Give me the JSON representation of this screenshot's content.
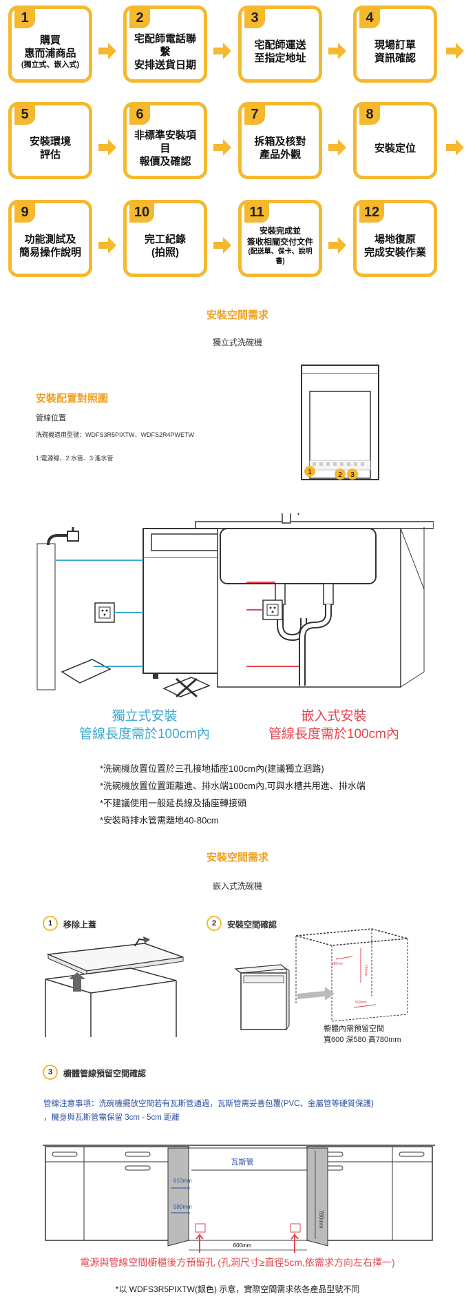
{
  "steps": [
    {
      "num": "1",
      "line1": "購買",
      "line2": "惠而浦商品",
      "sub": "(獨立式、嵌入式)"
    },
    {
      "num": "2",
      "line1": "宅配師電話聯繫",
      "line2": "安排送貨日期",
      "sub": ""
    },
    {
      "num": "3",
      "line1": "宅配師運送",
      "line2": "至指定地址",
      "sub": ""
    },
    {
      "num": "4",
      "line1": "現場訂單",
      "line2": "資訊確認",
      "sub": ""
    },
    {
      "num": "5",
      "line1": "安裝環境",
      "line2": "評估",
      "sub": ""
    },
    {
      "num": "6",
      "line1": "非標準安裝項目",
      "line2": "報價及確認",
      "sub": ""
    },
    {
      "num": "7",
      "line1": "拆箱及核對",
      "line2": "產品外觀",
      "sub": ""
    },
    {
      "num": "8",
      "line1": "安裝定位",
      "line2": "",
      "sub": ""
    },
    {
      "num": "9",
      "line1": "功能測試及",
      "line2": "簡易操作說明",
      "sub": ""
    },
    {
      "num": "10",
      "line1": "完工紀錄",
      "line2": "(拍照)",
      "sub": ""
    },
    {
      "num": "11",
      "line1": "安裝完成並",
      "line2": "簽收相關交付文件",
      "sub": "(配送單、保卡、說明書)"
    },
    {
      "num": "12",
      "line1": "場地復原",
      "line2": "完成安裝作業",
      "sub": ""
    }
  ],
  "section1": {
    "title": "安裝空間需求",
    "subtitle": "獨立式洗碗機",
    "layout_title": "安裝配置對照圖",
    "pipe_label": "管線位置",
    "models": "洗碗機適用型號：WDFS3R5PIXTW、WDFS2R4PWETW",
    "legend": "1:電源線、2:水管、3:進水管",
    "marker_labels": [
      "1",
      "2",
      "3"
    ],
    "freestanding_title": "獨立式安裝",
    "freestanding_length": "管線長度需於100cm內",
    "builtin_title": "嵌入式安裝",
    "builtin_length": "管線長度需於100cm內",
    "notes": [
      "*洗碗機放置位置於三孔接地插座100cm內(建議獨立迴路)",
      "*洗碗機放置位置距離進、排水端100cm內,可與水槽共用進、排水端",
      "*不建議使用一般延長線及插座轉接頭",
      "*安裝時排水管需離地40-80cm"
    ]
  },
  "section2": {
    "title": "安裝空間需求",
    "subtitle": "嵌入式洗碗機",
    "step1_num": "1",
    "step1": "移除上蓋",
    "step2_num": "2",
    "step2": "安裝空間確認",
    "cabinet_line1": "櫥體內需預留空間",
    "cabinet_line2": "寬600 深580 高780mm",
    "space_small_labels": [
      "580mm",
      "780mm",
      "600mm"
    ],
    "step3_num": "3",
    "step3": "櫥體管線預留空間確認",
    "pipe_note_line1": "管線注意事項：洗碗機擺放空間若有瓦斯管通過，瓦斯管需妥善包覆(PVC、金屬管等硬質保護)",
    "pipe_note_line2": "，機身與瓦斯管需保留 3cm - 5cm 距離",
    "gas_pipe": "瓦斯管",
    "dim_610": "610mm",
    "dim_580": "580mm",
    "dim_780": "780mm",
    "dim_600": "600mm",
    "hole_note": "電源與管線空間櫥櫃後方預留孔 (孔洞尺寸≥直徑5cm,依需求方向左右擇一)",
    "footer": "*以 WDFS3R5PIXTW(銀色) 示意，實際空間需求依各產品型號不同"
  },
  "colors": {
    "accent": "#f5b82e",
    "orange_title": "#f0a020",
    "blue": "#3aa9d4",
    "red": "#e2464f",
    "navy": "#2a4fa0"
  }
}
